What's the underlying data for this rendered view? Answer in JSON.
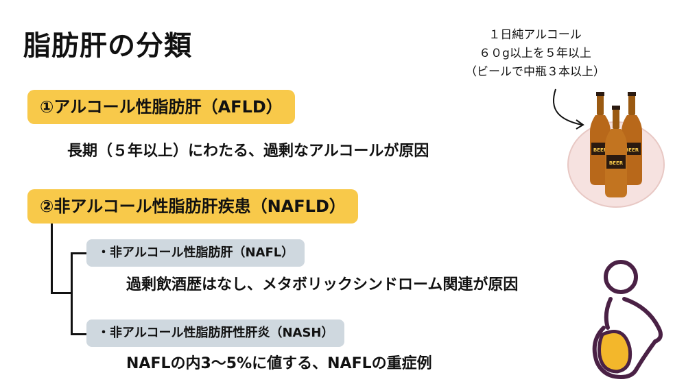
{
  "title": "脂肪肝の分類",
  "section1": {
    "heading": "①アルコール性脂肪肝（AFLD）",
    "description": "長期（５年以上）にわたる、過剰なアルコールが原因"
  },
  "section2": {
    "heading": "②非アルコール性脂肪肝疾患（NAFLD）",
    "items": [
      {
        "label": "・非アルコール性脂肪肝（NAFL）",
        "description": "過剰飲酒歴はなし、メタボリックシンドローム関連が原因"
      },
      {
        "label": "・非アルコール性脂肪肝性肝炎（NASH）",
        "description": "NAFLの内3〜5%に値する、NAFLの重症例"
      }
    ]
  },
  "note": {
    "line1": "１日純アルコール",
    "line2": "６０g以上を５年以上",
    "line3": "（ビールで中瓶３本以上）"
  },
  "beer_label": "BEER",
  "colors": {
    "accent_yellow": "#f8c94a",
    "pill_gray": "#cfd8df",
    "figure_purple": "#4a2145",
    "blob_pink": "#f6e2e0"
  }
}
